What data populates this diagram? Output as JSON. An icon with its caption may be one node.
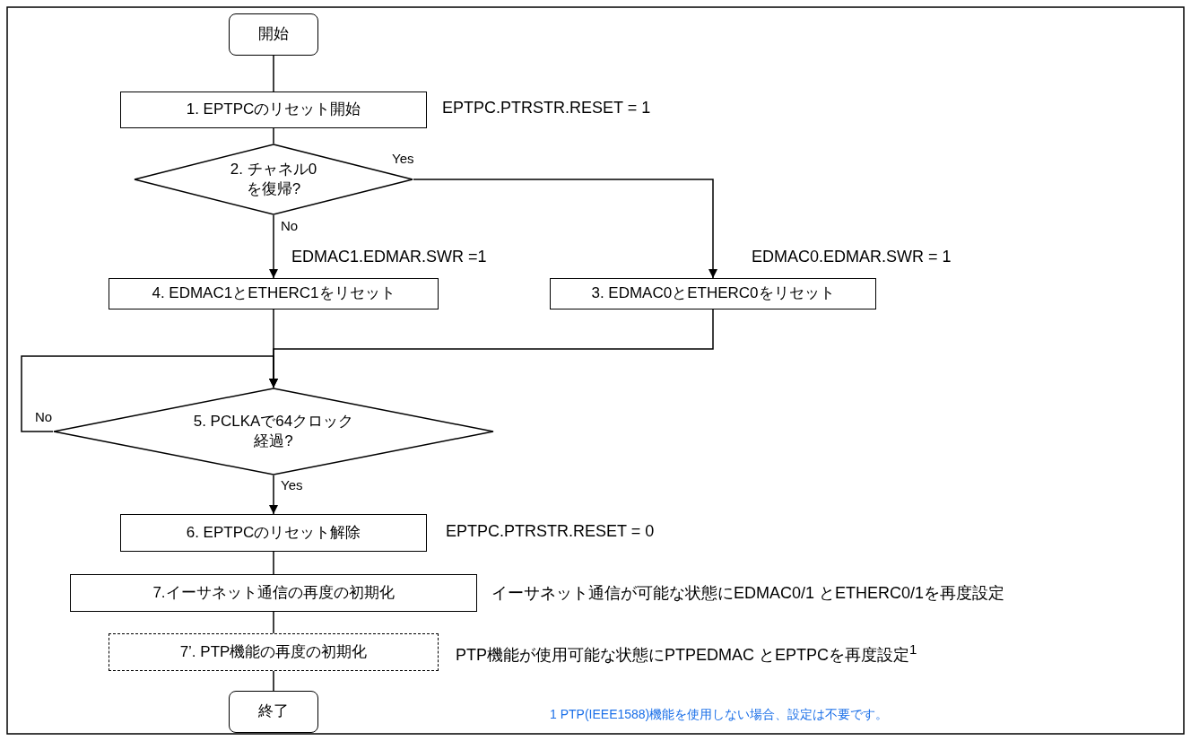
{
  "diagram": {
    "nodes": [
      {
        "text": [
          "開始"
        ]
      },
      {
        "text": [
          "1. EPTPCのリセット開始"
        ],
        "beside": [
          "EPTPC.PTRSTR.RESET = 1"
        ]
      },
      {
        "text": [
          "2. チャネル0 を復帰?"
        ]
      },
      {
        "text": [
          "4. EDMAC1とETHERC1をリセット"
        ],
        "beside": [
          "EDMAC1.EDMAR.SWR =1"
        ]
      },
      {
        "text": [
          "3. EDMAC0とETHERC0をリセット"
        ],
        "beside": [
          "EDMAC0.EDMAR.SWR = 1"
        ]
      },
      {
        "text": [
          "5. PCLKAで64クロック経過?"
        ]
      },
      {
        "text": [
          "6. EPTPCのリセット解除"
        ],
        "beside": [
          "EPTPC.PTRSTR.RESET = 0"
        ]
      },
      {
        "text": [
          "7.イーサネット通信の再度の初期化"
        ],
        "beside": [
          "イーサネット通信が可能な状態にEDMAC0/1 とETHERC0/1を再度設定"
        ]
      },
      {
        "text": [
          "7’. PTP機能の再度の初期化"
        ],
        "beside": [
          "PTP機能が使用可能な状態にPTPEDMAC とEPTPCを再度設定$^{1}$"
        ]
      },
      {
        "text": [
          "終了"
        ]
      }
    ],
    "edges": [
      {
        "from": 0,
        "to": 1,
        "arrow": "none"
      },
      {
        "from": 1,
        "to": 2,
        "arrow": "none"
      },
      {
        "from": 2,
        "to": 3,
        "arrow": "to",
        "label": "No"
      },
      {
        "from": 2,
        "to": 4,
        "arrow": "to",
        "label": "Yes"
      },
      {
        "from": 3,
        "to": 5,
        "arrow": "to"
      },
      {
        "from": 4,
        "to": 5,
        "arrow": "to"
      },
      {
        "from": 5,
        "to": 5,
        "arrow": "to",
        "label": "No"
      },
      {
        "from": 5,
        "to": 6,
        "arrow": "to",
        "label": "Yes"
      },
      {
        "from": 6,
        "to": 7,
        "arrow": "none"
      },
      {
        "from": 7,
        "to": 8,
        "arrow": "none"
      },
      {
        "from": 8,
        "to": 9,
        "arrow": "none"
      }
    ],
    "labels": [
      "1 PTP(IEEE1588)機能を使用しない場合、設定は不要です。"
    ]
  }
}
